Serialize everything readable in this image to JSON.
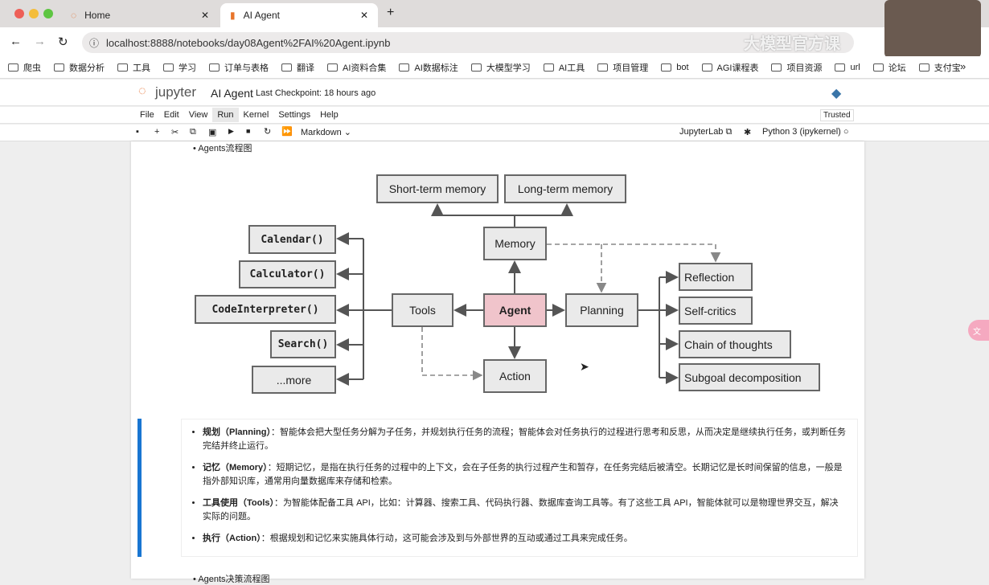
{
  "browser": {
    "tabs": [
      {
        "label": "Home"
      },
      {
        "label": "AI Agent"
      }
    ],
    "url": "localhost:8888/notebooks/day08Agent%2FAI%20Agent.ipynb",
    "bookmarks": [
      "爬虫",
      "数据分析",
      "工具",
      "学习",
      "订单与表格",
      "翻译",
      "AI资料合集",
      "AI数据标注",
      "大模型学习",
      "AI工具",
      "项目管理",
      "bot",
      "AGI课程表",
      "项目资源",
      "url",
      "论坛",
      "支付宝"
    ]
  },
  "jupyter": {
    "logo": "jupyter",
    "title": "AI Agent",
    "checkpoint": "Last Checkpoint: 18 hours ago",
    "trusted": "Trusted",
    "menu": [
      "File",
      "Edit",
      "View",
      "Run",
      "Kernel",
      "Settings",
      "Help"
    ],
    "cell_type": "Markdown",
    "jupyterlab": "JupyterLab",
    "kernel": "Python 3 (ipykernel)"
  },
  "cell1": {
    "bullet": "Agents流程图"
  },
  "diagram": {
    "short_term": "Short-term memory",
    "long_term": "Long-term memory",
    "memory": "Memory",
    "agent": "Agent",
    "tools": "Tools",
    "planning": "Planning",
    "action": "Action",
    "tool_items": [
      "Calendar()",
      "Calculator()",
      "CodeInterpreter()",
      "Search()",
      "...more"
    ],
    "planning_items": [
      "Reflection",
      "Self-critics",
      "Chain of thoughts",
      "Subgoal decomposition"
    ],
    "agent_color": "#f0c4cb"
  },
  "cell2": {
    "items": [
      {
        "head": "规划（Planning）",
        "text": "：智能体会把大型任务分解为子任务，并规划执行任务的流程；智能体会对任务执行的过程进行思考和反思，从而决定是继续执行任务，或判断任务完结并终止运行。"
      },
      {
        "head": "记忆（Memory）",
        "text": "：短期记忆，是指在执行任务的过程中的上下文，会在子任务的执行过程产生和暂存，在任务完结后被清空。长期记忆是长时间保留的信息，一般是指外部知识库，通常用向量数据库来存储和检索。"
      },
      {
        "head": "工具使用（Tools）",
        "text": "：为智能体配备工具 API，比如：计算器、搜索工具、代码执行器、数据库查询工具等。有了这些工具 API，智能体就可以是物理世界交互，解决实际的问题。"
      },
      {
        "head": "执行（Action）",
        "text": "：根据规划和记忆来实施具体行动，这可能会涉及到与外部世界的互动或通过工具来完成任务。"
      }
    ]
  },
  "cell3": {
    "bullet": "Agents决策流程图"
  },
  "overlay": {
    "watermark": "大模型官方课"
  }
}
